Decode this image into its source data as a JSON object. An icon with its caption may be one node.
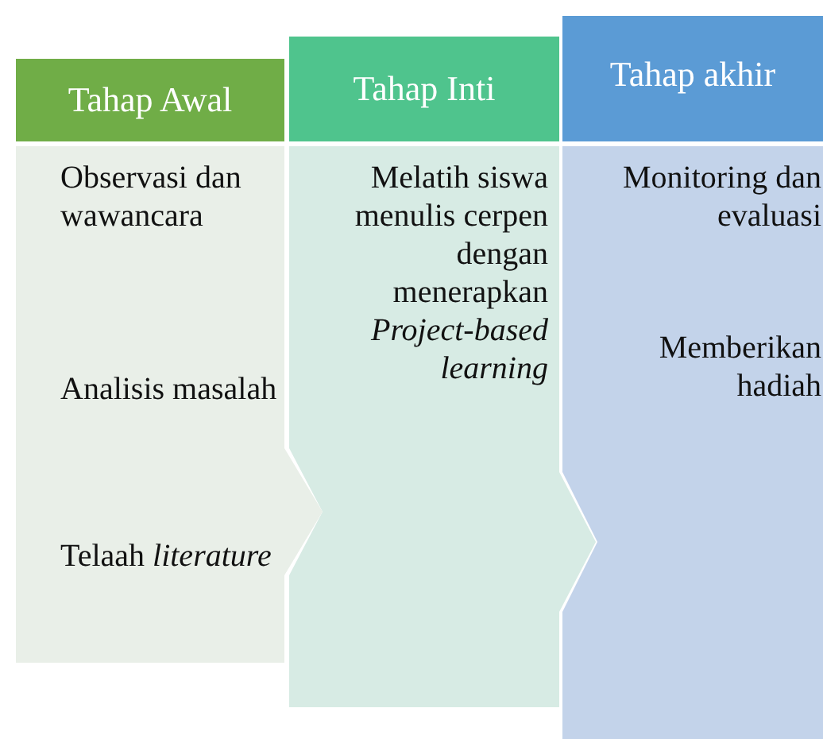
{
  "diagram": {
    "nodes": [
      {
        "text": [
          "Tahap Awal"
        ]
      },
      {
        "text": [
          "Observasi dan wawancara",
          "Analisis masalah",
          "Telaah *literature*"
        ]
      },
      {
        "text": [
          "Tahap Inti"
        ]
      },
      {
        "text": [
          "Melatih siswa menulis cerpen dengan menerapkan *Project-based learning*"
        ]
      },
      {
        "text": [
          "Tahap akhir"
        ]
      },
      {
        "text": [
          "Monitoring dan evaluasi",
          "Memberikan hadiah"
        ]
      }
    ]
  }
}
